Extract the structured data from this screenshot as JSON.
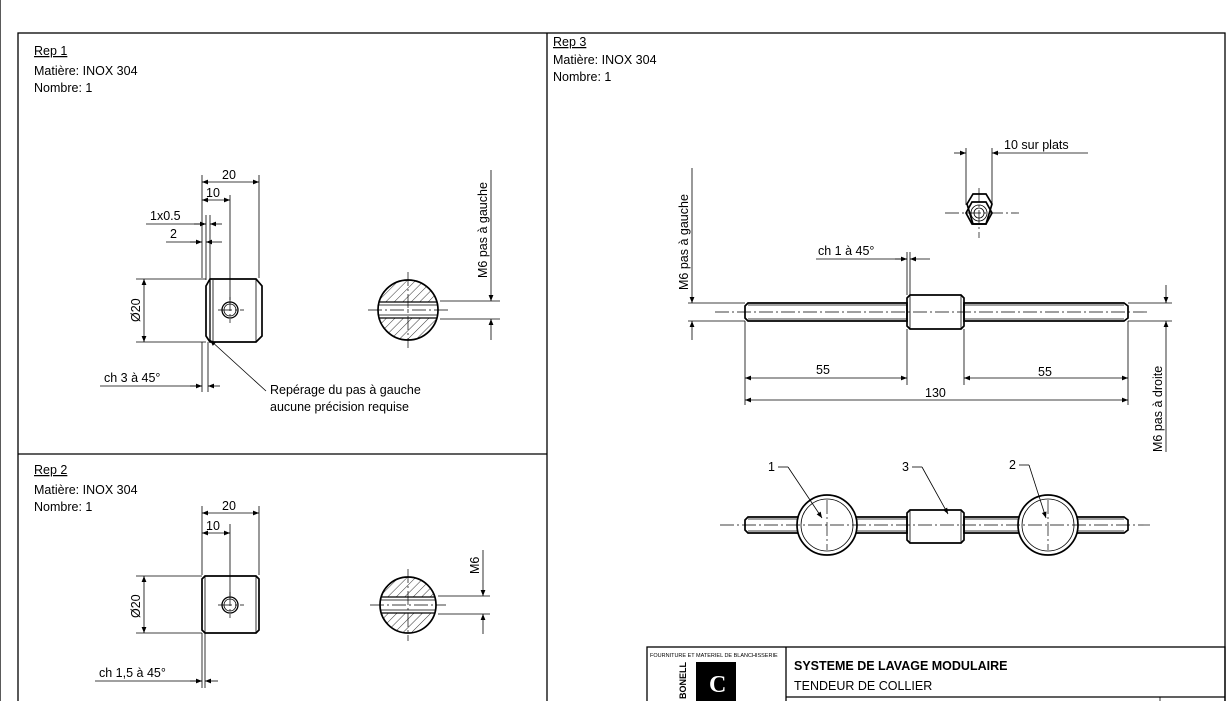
{
  "parts": {
    "rep1": {
      "title": "Rep 1",
      "material": "Matière: INOX 304",
      "count": "Nombre: 1",
      "dims": {
        "len_total": "20",
        "len_half": "10",
        "groove": "1x0.5",
        "offset": "2",
        "diameter": "Ø20",
        "chamfer": "ch 3 à 45°",
        "thread": "M6 pas à gauche"
      },
      "note_line1": "Repérage du pas à gauche",
      "note_line2": "aucune précision requise"
    },
    "rep2": {
      "title": "Rep 2",
      "material": "Matière: INOX 304",
      "count": "Nombre: 1",
      "dims": {
        "len_total": "20",
        "len_half": "10",
        "diameter": "Ø20",
        "chamfer": "ch 1,5 à 45°",
        "thread": "M6"
      }
    },
    "rep3": {
      "title": "Rep 3",
      "material": "Matière: INOX 304",
      "count": "Nombre: 1",
      "dims": {
        "across_flats": "10 sur plats",
        "chamfer": "ch 1 à 45°",
        "thread_left": "M6 pas à gauche",
        "thread_right": "M6 pas à droite",
        "len_left": "55",
        "len_right": "55",
        "len_total": "130"
      },
      "balloons": [
        "1",
        "3",
        "2"
      ]
    }
  },
  "title_block": {
    "supplier": "FOURNITURE ET MATERIEL DE BLANCHISSERIE",
    "brand": "BONELL",
    "logo_letter": "C",
    "title": "SYSTEME DE LAVAGE MODULAIRE",
    "subtitle": "TENDEUR DE COLLIER"
  }
}
